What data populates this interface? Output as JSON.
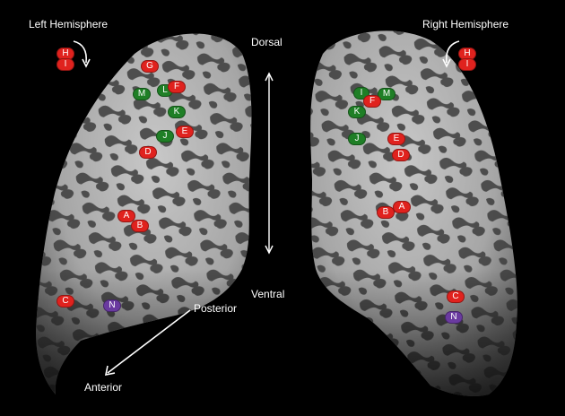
{
  "labels": {
    "left_hemisphere": "Left Hemisphere",
    "right_hemisphere": "Right Hemisphere",
    "dorsal": "Dorsal",
    "ventral": "Ventral",
    "posterior": "Posterior",
    "anterior": "Anterior"
  },
  "colors": {
    "red": "#e0221e",
    "green": "#1f7f26",
    "purple": "#6a3aa0",
    "surface_light": "#bdbdbd",
    "surface_dark": "#404040"
  },
  "left_markers": [
    "H",
    "I",
    "G",
    "M",
    "L",
    "F",
    "K",
    "J",
    "E",
    "D",
    "A",
    "B",
    "C",
    "N"
  ],
  "right_markers": [
    "H",
    "I",
    "I",
    "M",
    "F",
    "K",
    "J",
    "E",
    "D",
    "B",
    "A",
    "C",
    "N"
  ]
}
